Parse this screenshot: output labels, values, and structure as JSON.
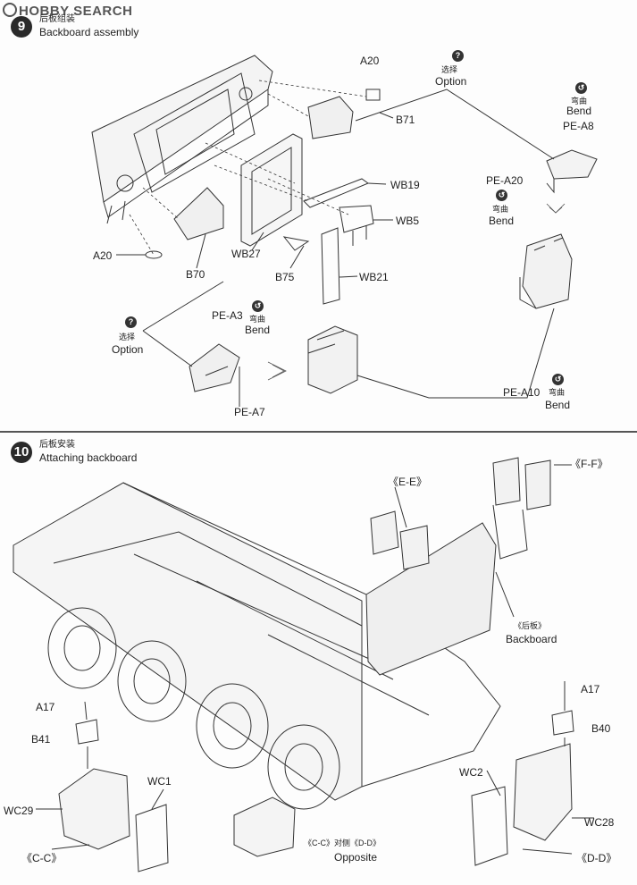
{
  "watermark": {
    "text": "HOBBY SEARCH"
  },
  "step9": {
    "number": "9",
    "title_cn": "后板组装",
    "title_en": "Backboard assembly",
    "labels": {
      "a20_top": "A20",
      "b71": "B71",
      "option_cn": "选择",
      "option_en": "Option",
      "bend_cn": "弯曲",
      "bend_en": "Bend",
      "pe_a8": "PE-A8",
      "pe_a20": "PE-A20",
      "wb19": "WB19",
      "wb5": "WB5",
      "a20_left": "A20",
      "wb27": "WB27",
      "b70": "B70",
      "b75": "B75",
      "wb21": "WB21",
      "pe_a3": "PE-A3",
      "pe_a7": "PE-A7",
      "pe_a10": "PE-A10"
    }
  },
  "step10": {
    "number": "10",
    "title_cn": "后板安装",
    "title_en": "Attaching backboard",
    "labels": {
      "ee": "《E-E》",
      "ff": "《F-F》",
      "backboard_cn": "《后板》",
      "backboard_en": "Backboard",
      "a17_left": "A17",
      "b41": "B41",
      "wc29": "WC29",
      "wc1": "WC1",
      "cc": "《C-C》",
      "cc_dd_cn": "《C-C》对侧《D-D》",
      "opposite": "Opposite",
      "a17_right": "A17",
      "b40": "B40",
      "wc2": "WC2",
      "wc28": "WC28",
      "dd": "《D-D》"
    }
  },
  "colors": {
    "line": "#333333",
    "step_badge": "#2a2a2a",
    "background": "#fdfdfd"
  },
  "icons": [
    "option-icon",
    "bend-icon",
    "arrow-icon"
  ]
}
